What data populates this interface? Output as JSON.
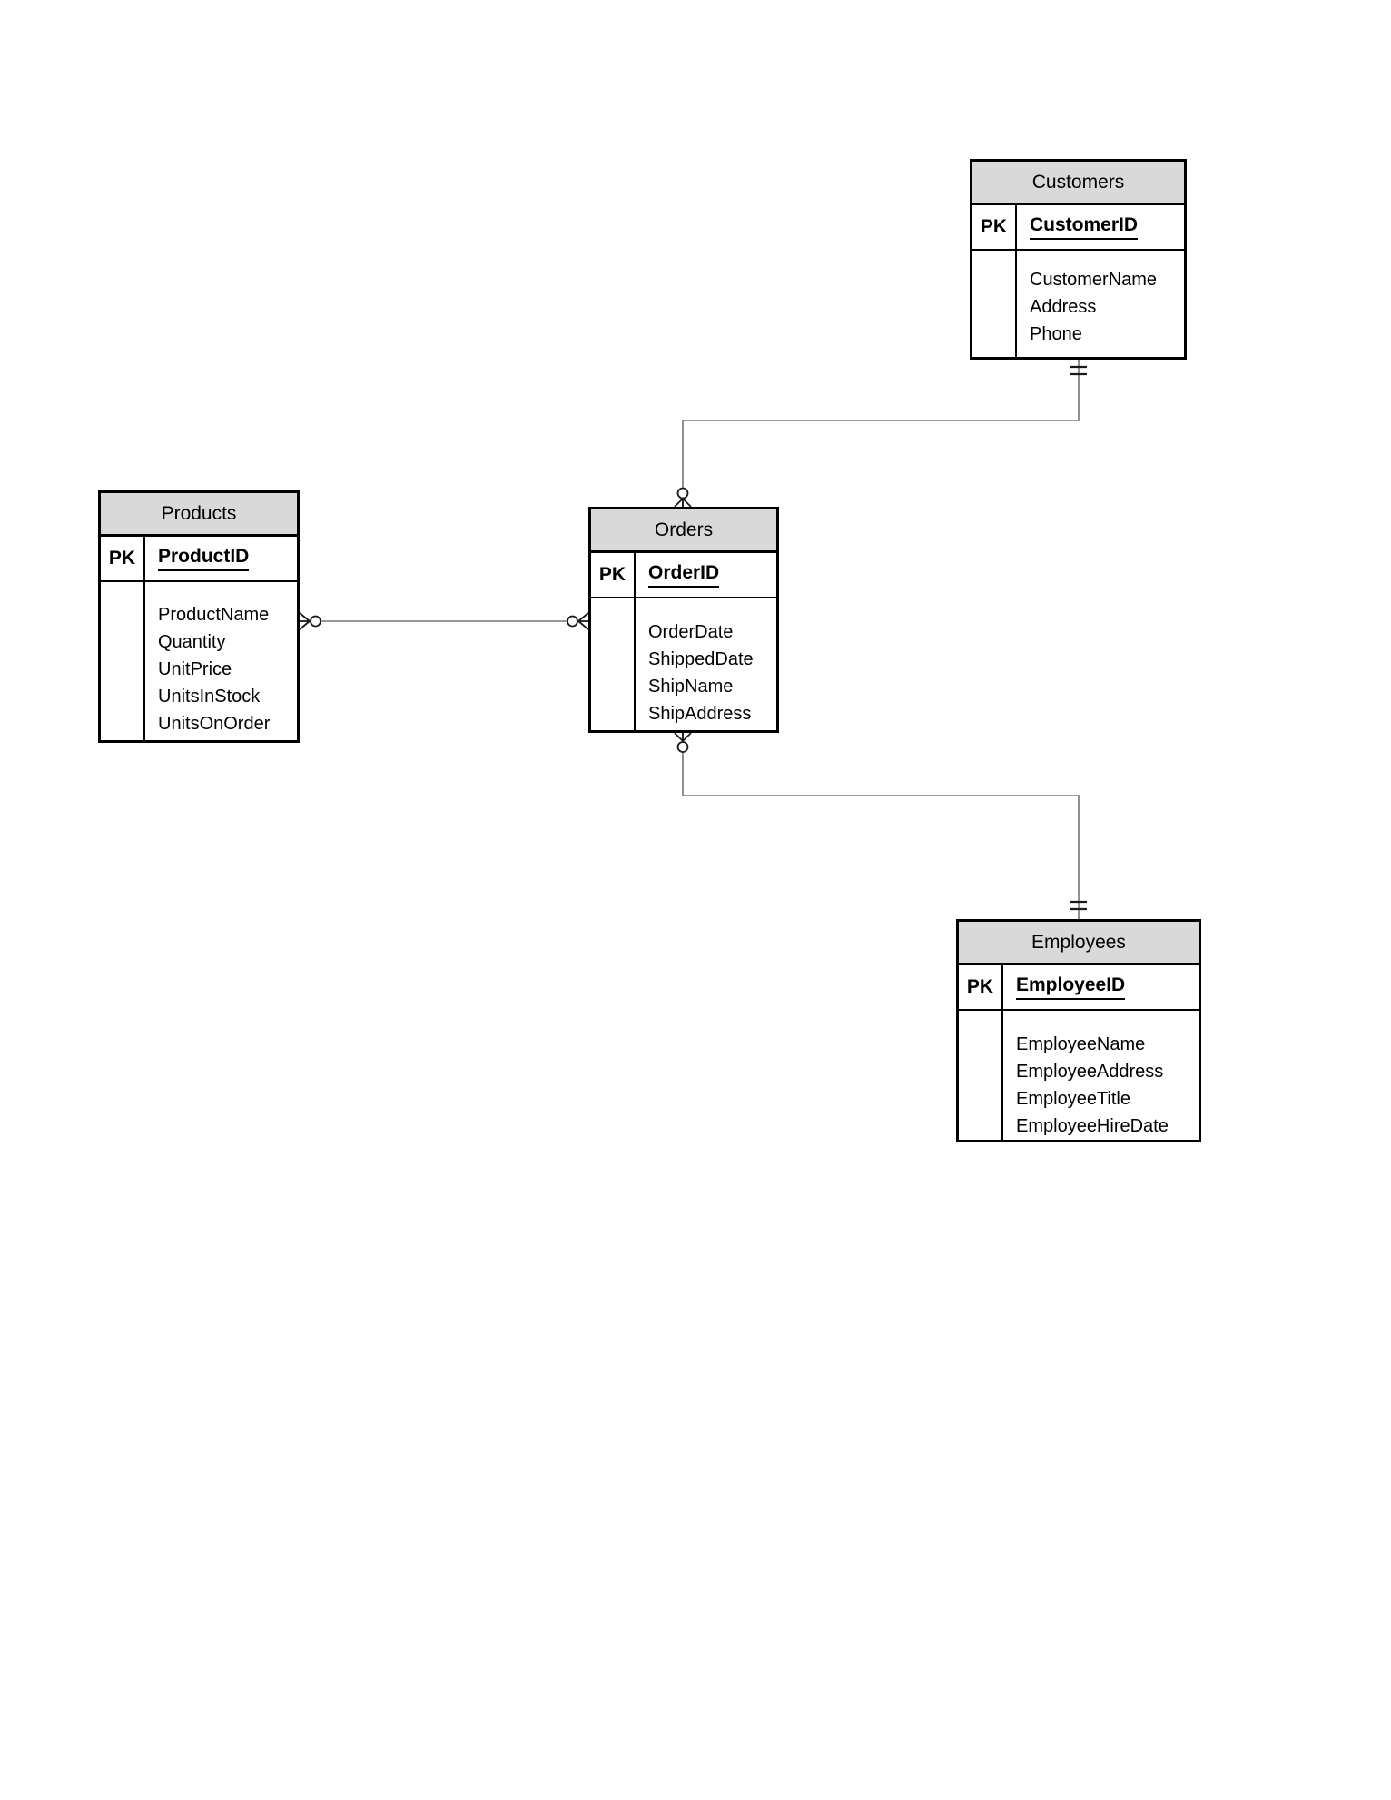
{
  "entities": [
    {
      "title": "Customers",
      "pk_label": "PK",
      "primary_key": "CustomerID",
      "attributes": [
        "CustomerName",
        "Address",
        "Phone"
      ]
    },
    {
      "title": "Products",
      "pk_label": "PK",
      "primary_key": "ProductID",
      "attributes": [
        "ProductName",
        "Quantity",
        "UnitPrice",
        "UnitsInStock",
        "UnitsOnOrder"
      ]
    },
    {
      "title": "Orders",
      "pk_label": "PK",
      "primary_key": "OrderID",
      "attributes": [
        "OrderDate",
        "ShippedDate",
        "ShipName",
        "ShipAddress"
      ]
    },
    {
      "title": "Employees",
      "pk_label": "PK",
      "primary_key": "EmployeeID",
      "attributes": [
        "EmployeeName",
        "EmployeeAddress",
        "EmployeeTitle",
        "EmployeeHireDate"
      ]
    }
  ],
  "relationships": [
    {
      "from": "Customers",
      "to": "Orders",
      "from_cardinality": "one-and-only-one",
      "to_cardinality": "zero-or-many"
    },
    {
      "from": "Products",
      "to": "Orders",
      "from_cardinality": "zero-or-many",
      "to_cardinality": "zero-or-many"
    },
    {
      "from": "Orders",
      "to": "Employees",
      "from_cardinality": "zero-or-many",
      "to_cardinality": "one-and-only-one"
    }
  ],
  "colors": {
    "header_fill": "#d9d9d9",
    "table_border": "#000000",
    "connector_line": "#757575",
    "marker": "#1a1a1a",
    "background": "#ffffff"
  }
}
